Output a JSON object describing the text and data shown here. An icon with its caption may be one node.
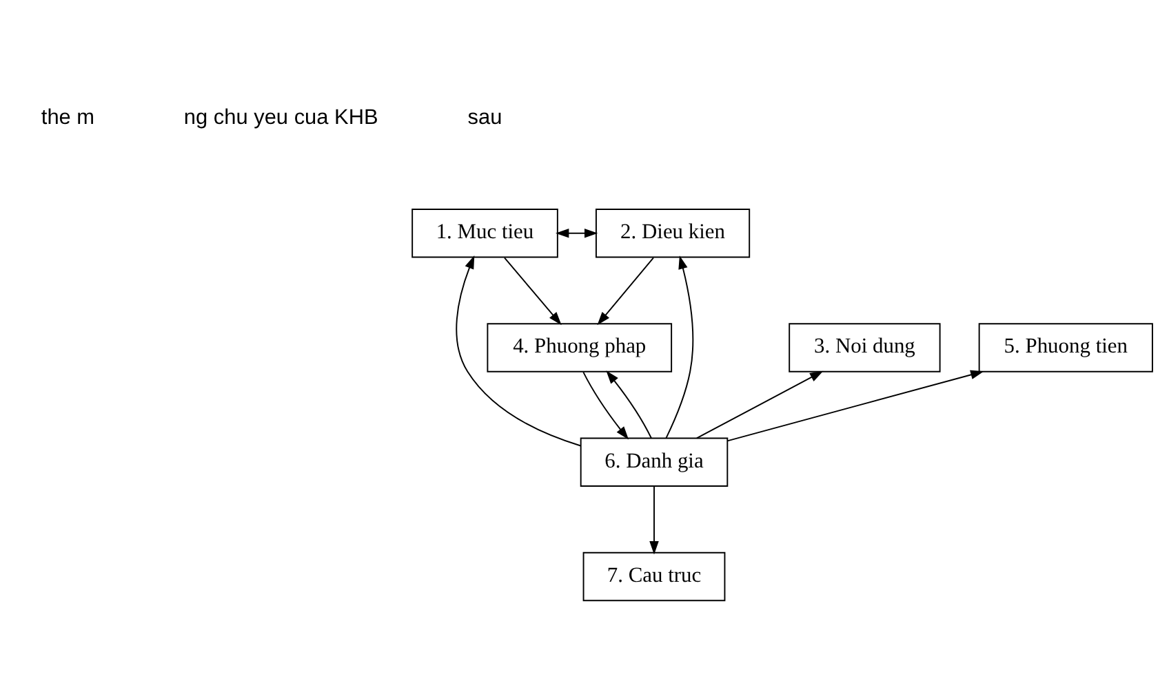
{
  "diagram": {
    "nodes": [
      {
        "text": [
          "1. Muc tieu"
        ]
      },
      {
        "text": [
          "2. Dieu kien"
        ]
      },
      {
        "text": [
          "3. Noi dung"
        ]
      },
      {
        "text": [
          "4. Phuong phap"
        ]
      },
      {
        "text": [
          "5. Phuong tien"
        ]
      },
      {
        "text": [
          "6. Danh gia"
        ]
      },
      {
        "text": [
          "7. Cau truc"
        ]
      }
    ],
    "edges": [
      {
        "from": 0,
        "to": 1,
        "arrow": "both"
      },
      {
        "from": 0,
        "to": 3,
        "arrow": "to"
      },
      {
        "from": 1,
        "to": 3,
        "arrow": "to"
      },
      {
        "from": 5,
        "to": 0,
        "arrow": "to"
      },
      {
        "from": 5,
        "to": 2,
        "arrow": "to"
      },
      {
        "from": 5,
        "to": 1,
        "arrow": "to"
      },
      {
        "from": 5,
        "to": 4,
        "arrow": "to"
      },
      {
        "from": 3,
        "to": 5,
        "arrow": "to"
      },
      {
        "from": 5,
        "to": 3,
        "arrow": "to"
      },
      {
        "from": 5,
        "to": 6,
        "arrow": "to"
      }
    ],
    "labels": [
      "the m",
      "ng chu yeu cua KHB",
      "sau"
    ]
  }
}
